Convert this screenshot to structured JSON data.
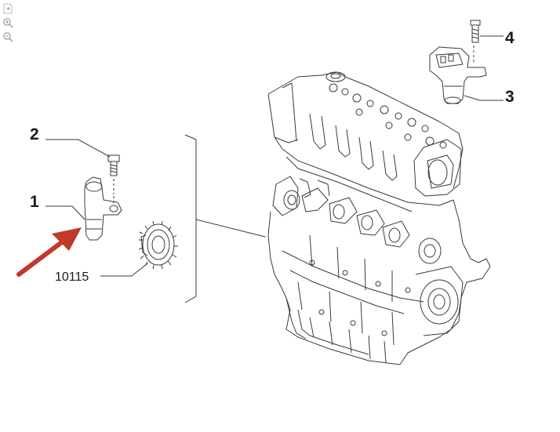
{
  "toolbar": {
    "icons": [
      "fit-page-icon",
      "zoom-in-icon",
      "zoom-out-icon"
    ]
  },
  "callouts": {
    "c1": "1",
    "c2": "2",
    "c3": "3",
    "c4": "4",
    "c10115": "10115"
  },
  "colors": {
    "line": "#3a3a3a",
    "arrow": "#c0392b",
    "background": "#ffffff"
  }
}
